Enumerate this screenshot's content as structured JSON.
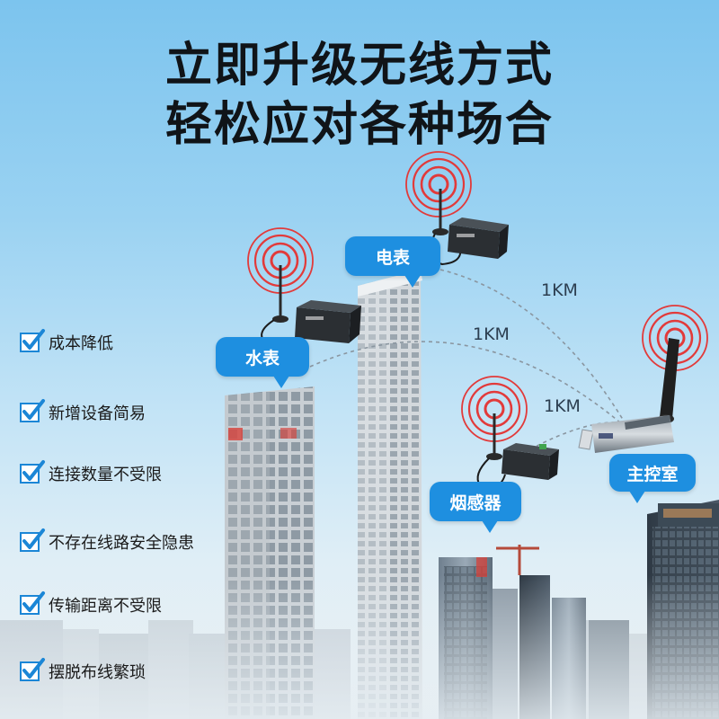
{
  "headline": {
    "line1": "立即升级无线方式",
    "line2": "轻松应对各种场合"
  },
  "nodes": {
    "water_meter": "水表",
    "electric_meter": "电表",
    "smoke_sensor": "烟感器",
    "control_room": "主控室"
  },
  "distances": [
    "1KM",
    "1KM",
    "1KM"
  ],
  "features": [
    "成本降低",
    "新增设备简易",
    "连接数量不受限",
    "不存在线路安全隐患",
    "传输距离不受限",
    "摆脱布线繁琐"
  ],
  "colors": {
    "bubble": "#1e8fe0",
    "check": "#1b86d6",
    "signal": "#e23a3a"
  }
}
